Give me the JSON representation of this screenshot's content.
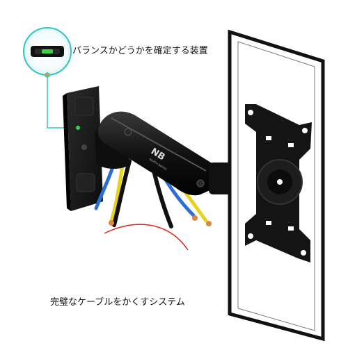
{
  "captions": {
    "level_indicator": "バランスかどうかを確定する装置",
    "cable_hiding": "完璧なケーブルをかくすシステム"
  },
  "logo": {
    "mark": "NB",
    "subtext": "NORTH BAYOU"
  },
  "colors": {
    "background": "#ffffff",
    "callout_line": "#2ec4c4",
    "arm_black": "#1a1a1a",
    "level_green": "#35d24a",
    "cable_red": "#e2231a",
    "cable_yellow": "#e8d21c",
    "cable_blue": "#2b6fd6"
  },
  "icons": {
    "callout": "magnifier-callout",
    "level": "bubble-level-icon"
  }
}
